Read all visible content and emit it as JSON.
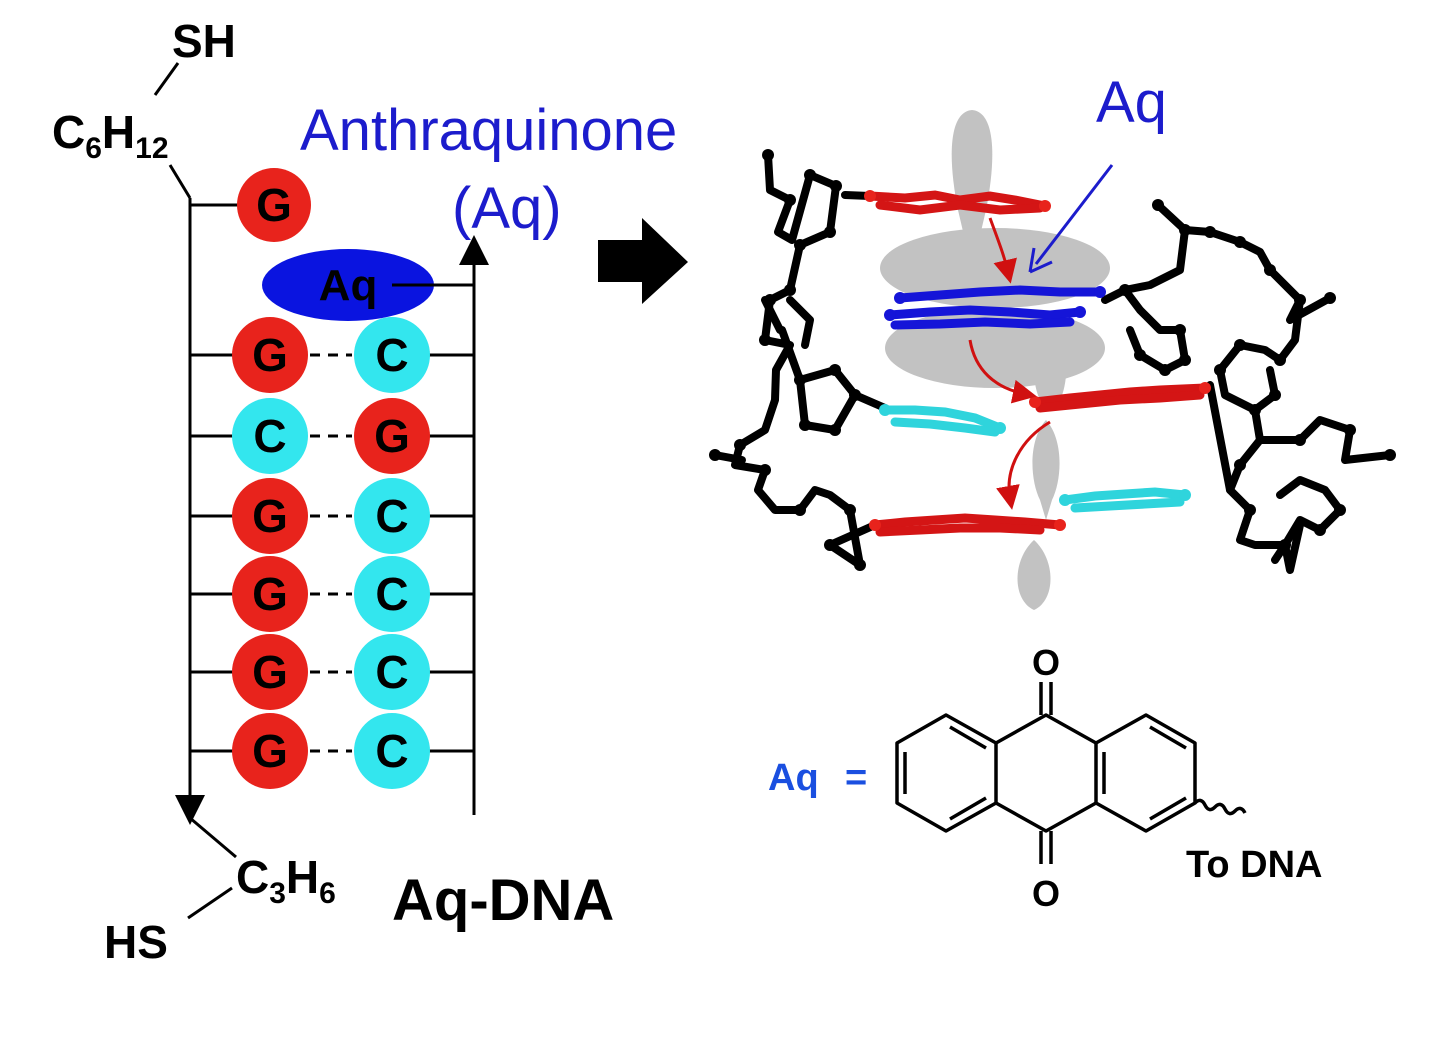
{
  "linker_top": {
    "group": "SH",
    "chain_c": "C",
    "chain_c_sub": "6",
    "chain_h": "H",
    "chain_h_sub": "12"
  },
  "linker_bottom": {
    "group": "HS",
    "chain_c": "C",
    "chain_c_sub": "3",
    "chain_h": "H",
    "chain_h_sub": "6"
  },
  "title_anthraquinone": "Anthraquinone",
  "title_aq_paren": "(Aq)",
  "aq_ellipse_label": "Aq",
  "top_base": "G",
  "base_pairs": [
    {
      "left": "G",
      "right": "C"
    },
    {
      "left": "C",
      "right": "G"
    },
    {
      "left": "G",
      "right": "C"
    },
    {
      "left": "G",
      "right": "C"
    },
    {
      "left": "G",
      "right": "C"
    },
    {
      "left": "G",
      "right": "C"
    }
  ],
  "dna_label": "Aq-DNA",
  "model_aq_label": "Aq",
  "structure": {
    "lhs": "Aq",
    "equals": "=",
    "oxygen_top": "O",
    "oxygen_bottom": "O",
    "attachment": "To DNA"
  },
  "colors": {
    "guanine": "#e8231c",
    "cytosine": "#33e6ee",
    "aq": "#0a14e0",
    "label_blue": "#1c1ccc",
    "label_blue_bright": "#1a4fe0"
  }
}
